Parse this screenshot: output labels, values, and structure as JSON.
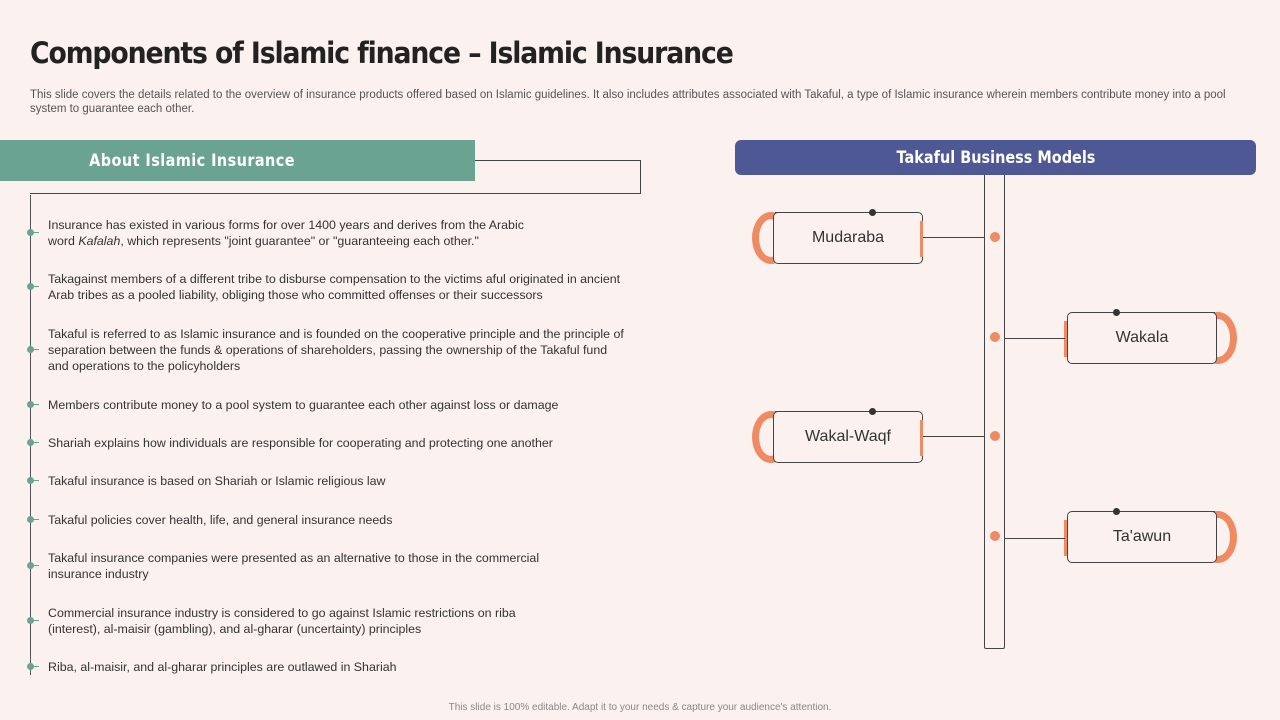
{
  "title": "Components of Islamic finance – Islamic Insurance",
  "subtitle": "This slide covers the details related to the overview of insurance products offered based on Islamic guidelines. It also includes attributes associated with Takaful, a type of Islamic insurance wherein members contribute money into a pool system to guarantee each other.",
  "about": {
    "heading": "About Islamic Insurance",
    "bullets": [
      {
        "line1_pre": "Insurance has existed in various forms for over 1400 years and derives from the Arabic",
        "line2_pre": "word ",
        "line2_italic": "Kafalah",
        "line2_post": ", which represents \"joint guarantee\" or \"guaranteeing each other.\""
      },
      {
        "text": "Takagainst members of a different tribe to disburse compensation to the victims aful originated in ancient Arab tribes as a pooled liability, obliging those who committed offenses or their successors"
      },
      {
        "text": "Takaful is referred to as Islamic insurance and is founded on the cooperative principle and the principle of separation between the funds & operations of shareholders, passing the ownership of the Takaful fund and operations to the policyholders"
      },
      {
        "text": "Members contribute money to a pool system to guarantee each other against loss or damage"
      },
      {
        "text": "Shariah explains how individuals are responsible for cooperating and protecting one another"
      },
      {
        "text": "Takaful insurance is based on Shariah or Islamic religious law"
      },
      {
        "text": "Takaful policies cover health, life, and general insurance needs"
      },
      {
        "text": "Takaful insurance companies were presented as an alternative to those in the commercial insurance industry"
      },
      {
        "text": "Commercial insurance industry is considered to go against Islamic restrictions on riba (interest), al-maisir (gambling), and al-gharar (uncertainty) principles"
      },
      {
        "text": "Riba, al-maisir, and al-gharar principles are outlawed in Shariah"
      }
    ]
  },
  "models": {
    "heading": "Takaful Business Models",
    "items": [
      "Mudaraba",
      "Wakala",
      "Wakal-Waqf",
      "Ta'awun"
    ]
  },
  "footer": "This slide is 100% editable. Adapt it to your needs & capture your audience's attention.",
  "colors": {
    "background": "#fbf1ee",
    "teal": "#6ba393",
    "indigo": "#4e5894",
    "coral": "#ef8a62"
  }
}
